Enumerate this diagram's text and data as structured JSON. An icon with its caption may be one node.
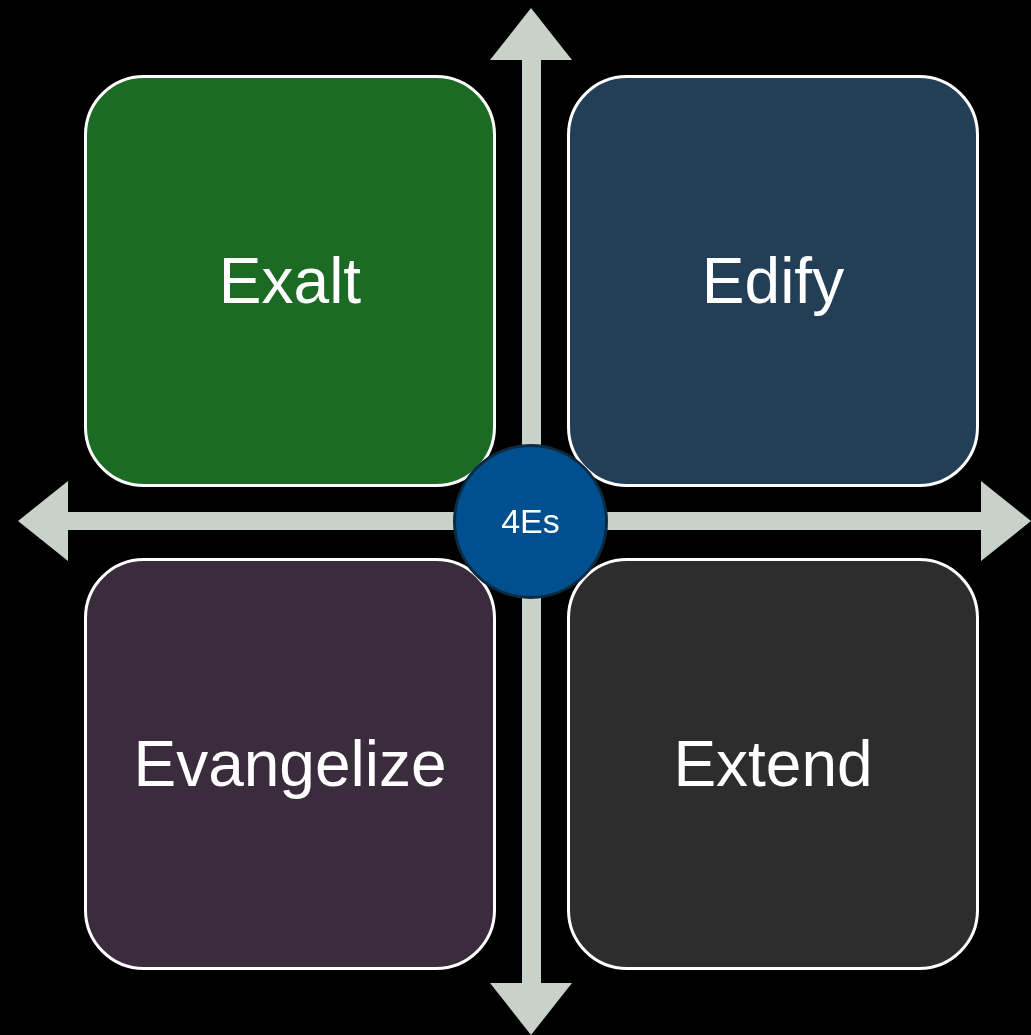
{
  "diagram": {
    "nodes": [
      {
        "text": [
          "Exalt"
        ]
      },
      {
        "text": [
          "Edify"
        ]
      },
      {
        "text": [
          "Evangelize"
        ]
      },
      {
        "text": [
          "Extend"
        ]
      },
      {
        "text": [
          "4Es"
        ]
      }
    ]
  }
}
